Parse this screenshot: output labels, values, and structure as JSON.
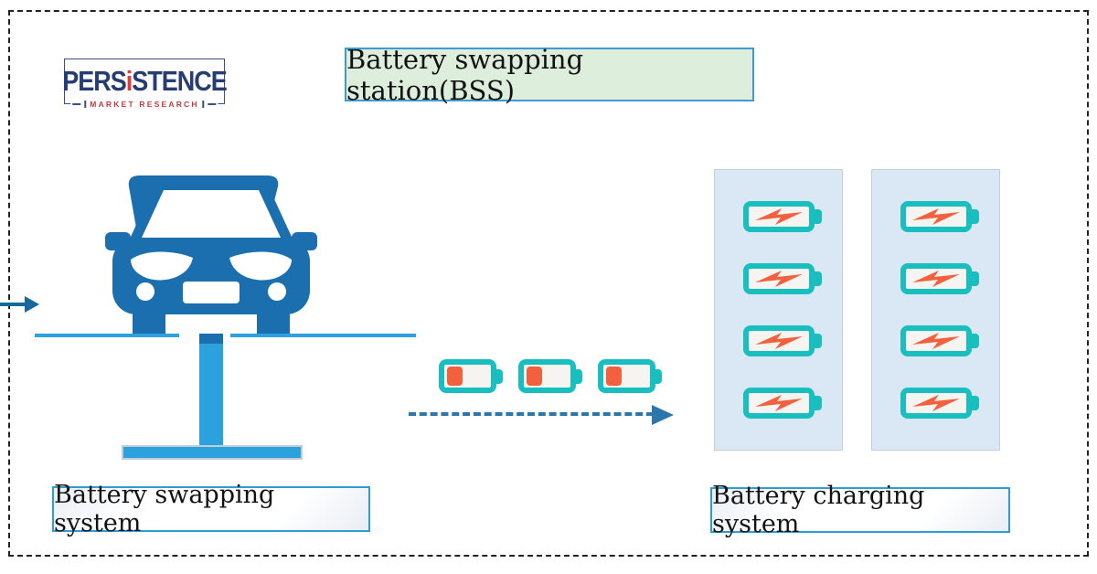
{
  "logo": {
    "brand_prefix": "PERS",
    "brand_i": "i",
    "brand_suffix": "STENCE",
    "tagline": "MARKET RESEARCH"
  },
  "title": {
    "text": "Battery swapping station(BSS)"
  },
  "swapping_system": {
    "label": "Battery swapping system",
    "depleted_battery_count": 3
  },
  "charging_system": {
    "label": "Battery charging system",
    "racks": [
      {
        "battery_count": 4
      },
      {
        "battery_count": 4
      }
    ]
  },
  "colors": {
    "car_blue": "#1b6fae",
    "lift_blue": "#2ba2de",
    "battery_teal": "#19bfbf",
    "battery_orange": "#f2603d",
    "title_bg_green": "#ddeedd",
    "box_border_blue": "#2f9cd6",
    "rack_bg_blue": "#d9e8f4",
    "arrow_blue": "#2a76ad",
    "logo_navy": "#263d74",
    "logo_red": "#e0393d"
  }
}
